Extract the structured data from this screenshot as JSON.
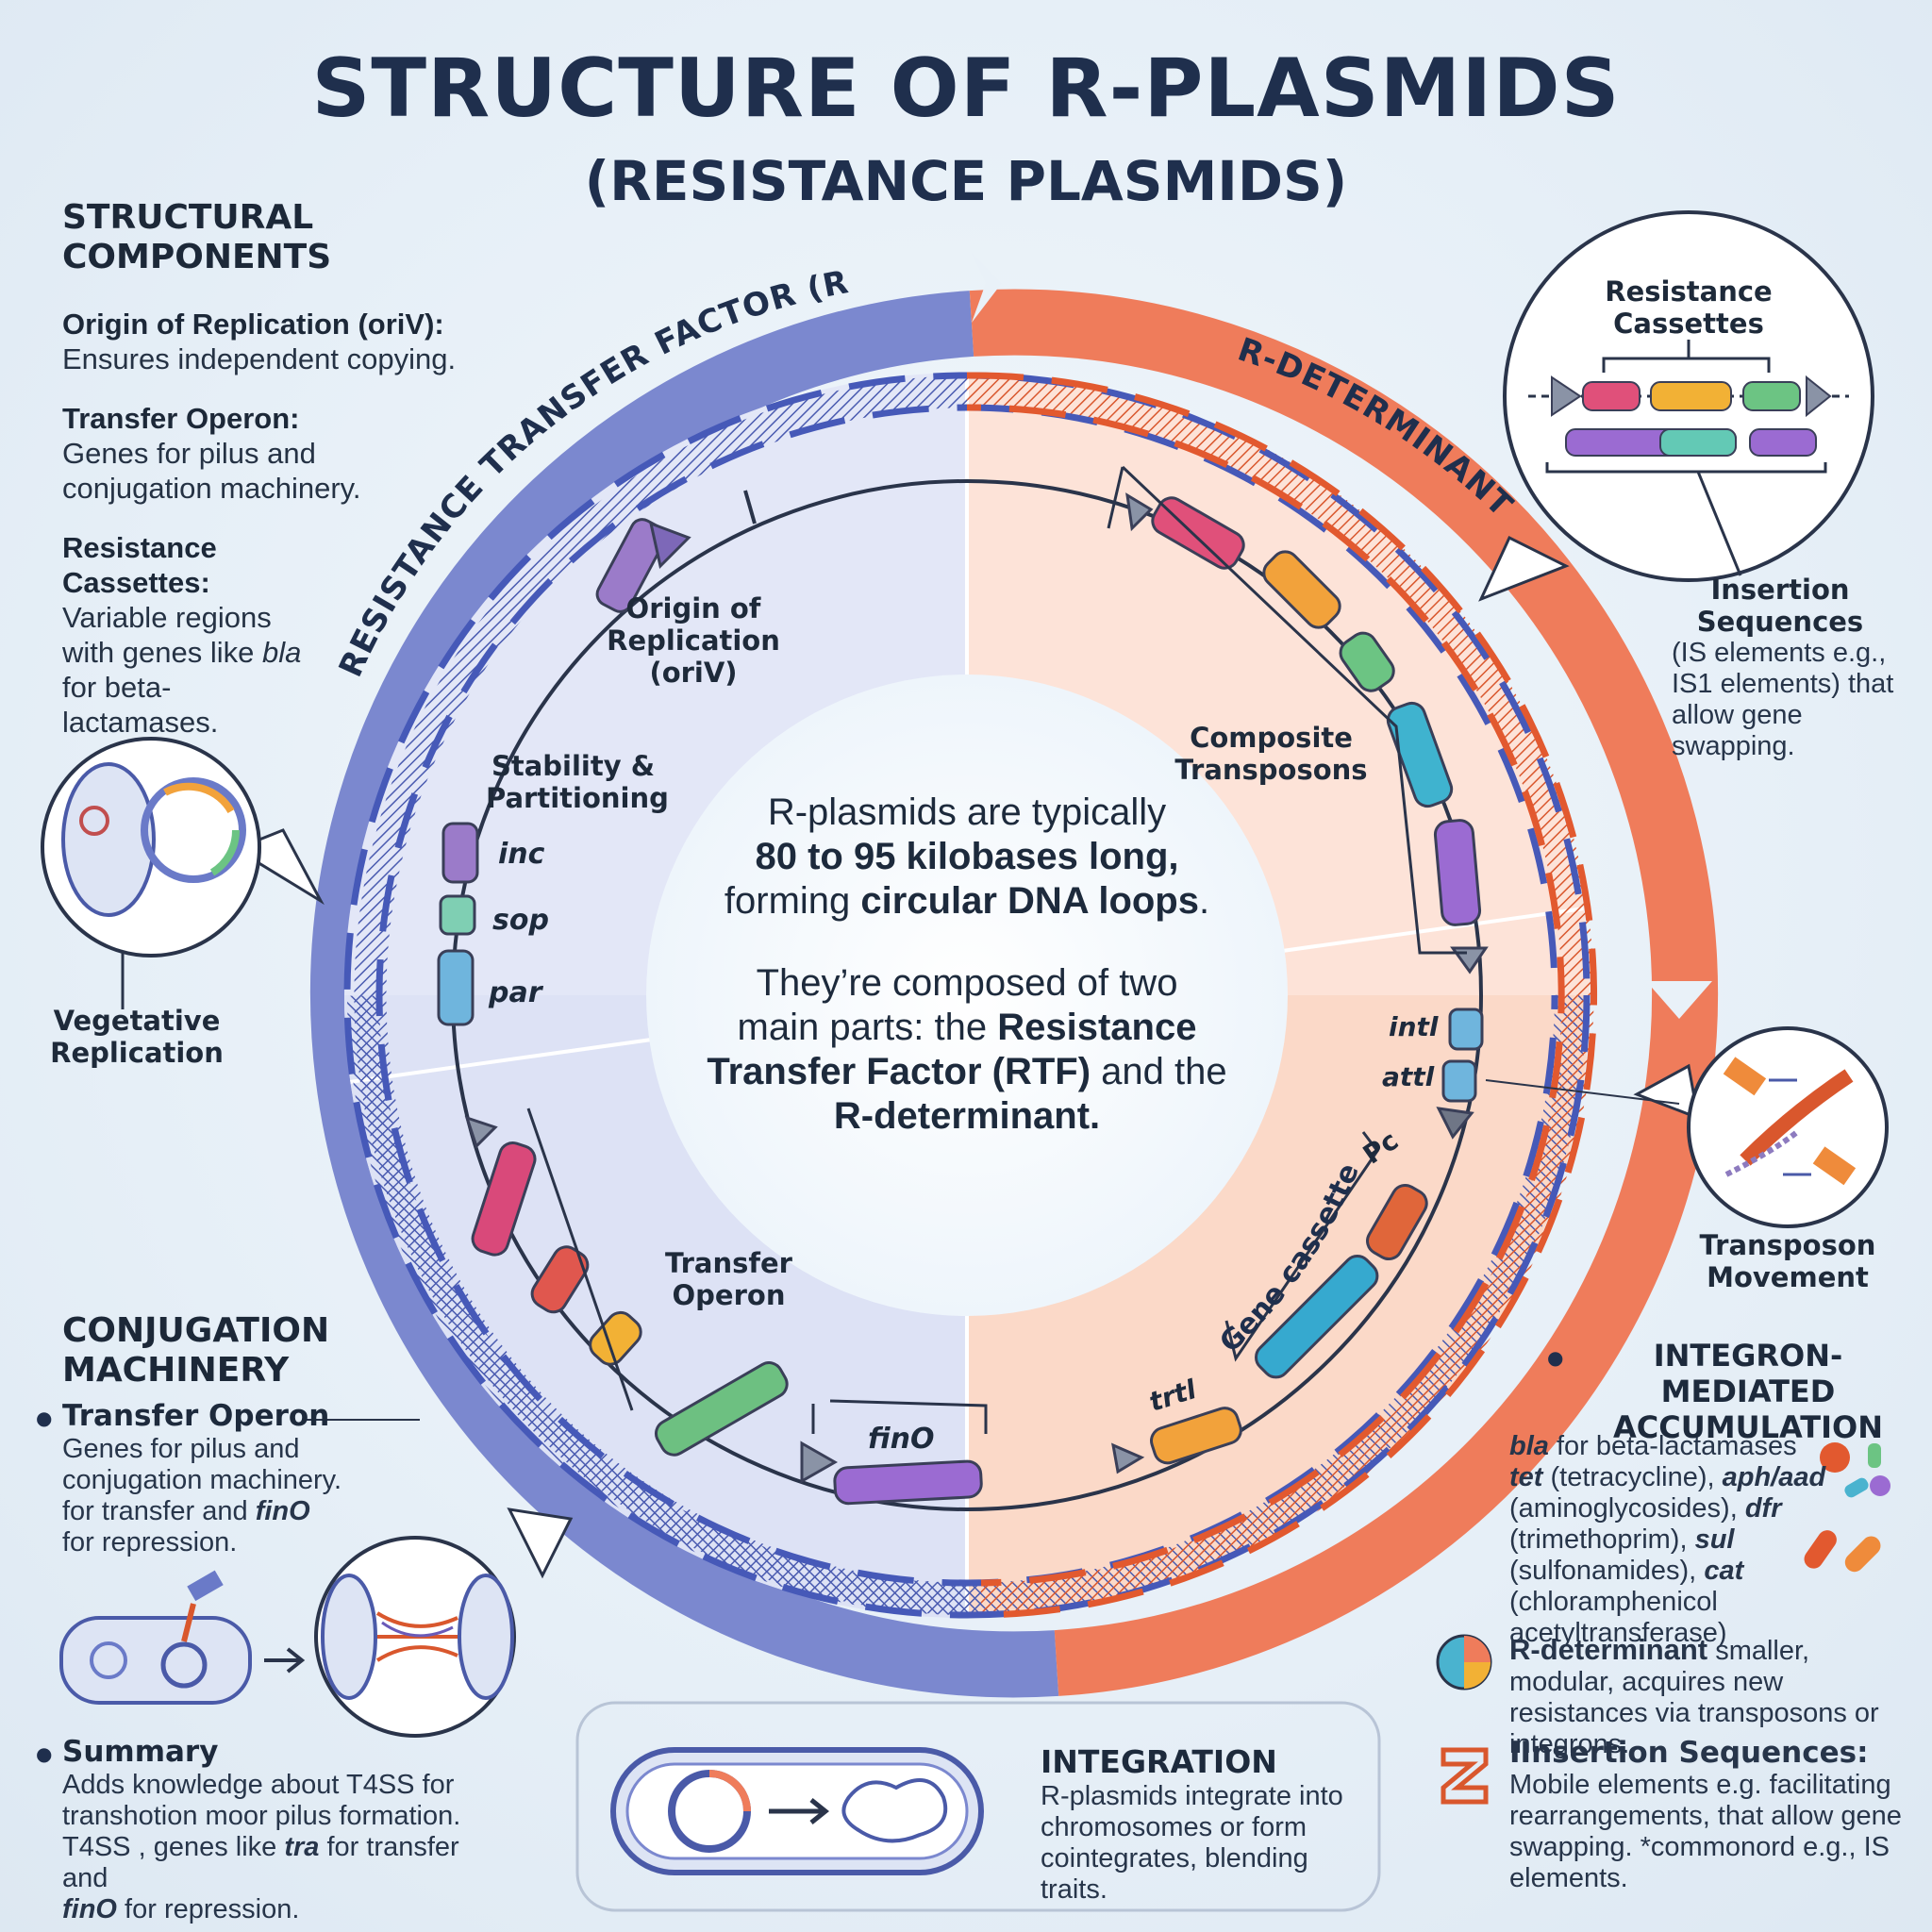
{
  "title": "STRUCTURE OF R-PLASMIDS",
  "subtitle": "(RESISTANCE PLASMIDS)",
  "left_panel": {
    "heading": "STRUCTURAL COMPONENTS",
    "items": [
      {
        "term": "Origin of Replication (oriV):",
        "desc": "Ensures independent copying."
      },
      {
        "term": "Transfer Operon:",
        "desc": "Genes for pilus and conjugation machinery."
      },
      {
        "term": "Resistance Cassettes:",
        "desc_pre": "Variable regions with genes like ",
        "desc_em": "bla",
        "desc_post": " for beta-lactamases."
      }
    ],
    "vegetative_label": "Vegetative Replication"
  },
  "conjugation": {
    "heading": "CONJUGATION MACHINERY",
    "bullet_title": "Transfer Operon",
    "bullet_text_1": "Genes for pilus and conjugation machinery.",
    "bullet_text_2_pre": "for transfer and ",
    "bullet_text_2_em": "finO",
    "bullet_text_2_post": " for repression."
  },
  "summary": {
    "title": "Summary",
    "text_1": "Adds knowledge about T4SS for transhotion moor pilus formation.",
    "text_2_pre": "T4SS , genes like ",
    "text_2_em": "tra",
    "text_2_post": " for transfer and",
    "text_3_em": "finO",
    "text_3_post": " for repression."
  },
  "ring": {
    "rtf_label": "RESISTANCE TRANSFER FACTOR (RTF)",
    "rdet_label": "R-DETERMINANT"
  },
  "inner_labels": {
    "oriv": "Origin of Replication (oriV)",
    "stability": "Stability & Partitioning",
    "inc": "inc",
    "sop": "sop",
    "par": "par",
    "transfer_operon": "Transfer Operon",
    "fino": "finO",
    "composite": "Composite Transposons",
    "intl": "intl",
    "attl": "attl",
    "pc": "Pc",
    "gene_cassettes": "Gene cassettes",
    "trtl": "trtl"
  },
  "center": {
    "line1_pre": "R-plasmids are typically",
    "line2": "80 to 95 kilobases long,",
    "line3_pre": "forming ",
    "line3_b": "circular DNA loops",
    "line3_post": ".",
    "line4": "They’re composed of two",
    "line5_pre": "main parts: the ",
    "line5_b": "Resistance",
    "line6_b": "Transfer Factor (RTF)",
    "line6_post": " and the",
    "line7_b": "R-determinant."
  },
  "right_panel": {
    "cassettes_label": "Resistance Cassettes",
    "insertion_title": "Insertion Sequences",
    "insertion_text": "(IS elements e.g., IS1 elements) that allow gene swapping.",
    "transposon_label": "Transposon Movement"
  },
  "integron": {
    "heading": "INTEGRON-MEDIATED ACCUMULATION",
    "line1_em": "bla",
    "line1_post": " for beta-lactamases",
    "line2_em1": "tet",
    "line2_mid": " (tetracycline), ",
    "line2_em2": "aph/aad",
    "line3_pre": "(aminoglycosides), ",
    "line3_em": "dfr",
    "line4_pre": "(trimethoprim), ",
    "line4_em": "sul",
    "line5_pre": "(sulfonamides), ",
    "line5_em": "cat",
    "line6": "(chloramphenicol acetyltransferase)",
    "rdet_b": "R-determinant",
    "rdet_text": " smaller, modular, acquires new resistances via transposons or integrons.",
    "is_title": "IInsertion Sequences:",
    "is_text": "Mobile elements e.g. facilitating rearrangements, that allow gene swapping. *commonord e.g., IS elements."
  },
  "integration": {
    "title": "INTEGRATION",
    "text": "R-plasmids integrate into chromosomes or form cointegrates, blending traits."
  },
  "colors": {
    "rtf_blue": "#7886cc",
    "rdet_orange": "#ef7a5a",
    "title_navy": "#1f2f4d"
  }
}
